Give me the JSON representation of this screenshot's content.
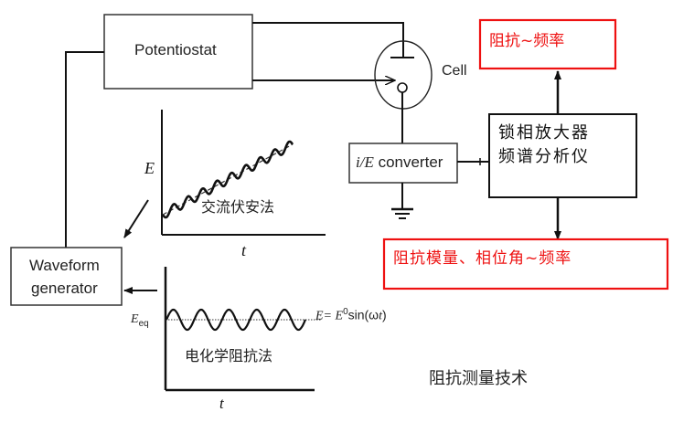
{
  "blocks": {
    "potentiostat": "Potentiostat",
    "cell": "Cell",
    "converter_prefix": "i/E",
    "converter_suffix": " converter",
    "waveform_line1": "Waveform",
    "waveform_line2": "generator",
    "lockin_line1": "锁相放大器",
    "lockin_line2": "频谱分析仪"
  },
  "outputs": {
    "impedance_freq": "阻抗~频率",
    "modulus_phase_freq": "阻抗模量、相位角~频率"
  },
  "upper_plot": {
    "ylabel": "E",
    "xlabel": "t",
    "method": "交流伏安法"
  },
  "lower_plot": {
    "ylabel_main": "E",
    "ylabel_sub": "eq",
    "xlabel": "t",
    "equation_lhs": "E= E",
    "equation_sup": "0",
    "equation_rhs": "sin(ω",
    "equation_t": "t",
    "equation_close": ")",
    "method": "电化学阻抗法"
  },
  "caption": "阻抗测量技术",
  "colors": {
    "line": "#111111",
    "highlight": "#ee1111"
  }
}
